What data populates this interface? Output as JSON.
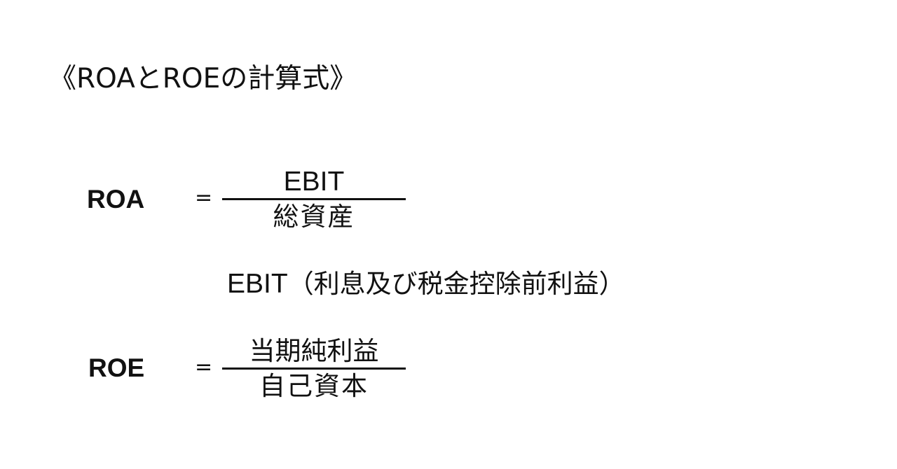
{
  "title": "《ROAとROEの計算式》",
  "formulas": [
    {
      "label": "ROA",
      "equals": "=",
      "numerator": "EBIT",
      "denominator": "総資産"
    },
    {
      "label": "ROE",
      "equals": "=",
      "numerator": "当期純利益",
      "denominator": "自己資本"
    }
  ],
  "note": {
    "term": "EBIT",
    "definition": "（利息及び税金控除前利益）"
  },
  "colors": {
    "background": "#ffffff",
    "text": "#111111"
  }
}
